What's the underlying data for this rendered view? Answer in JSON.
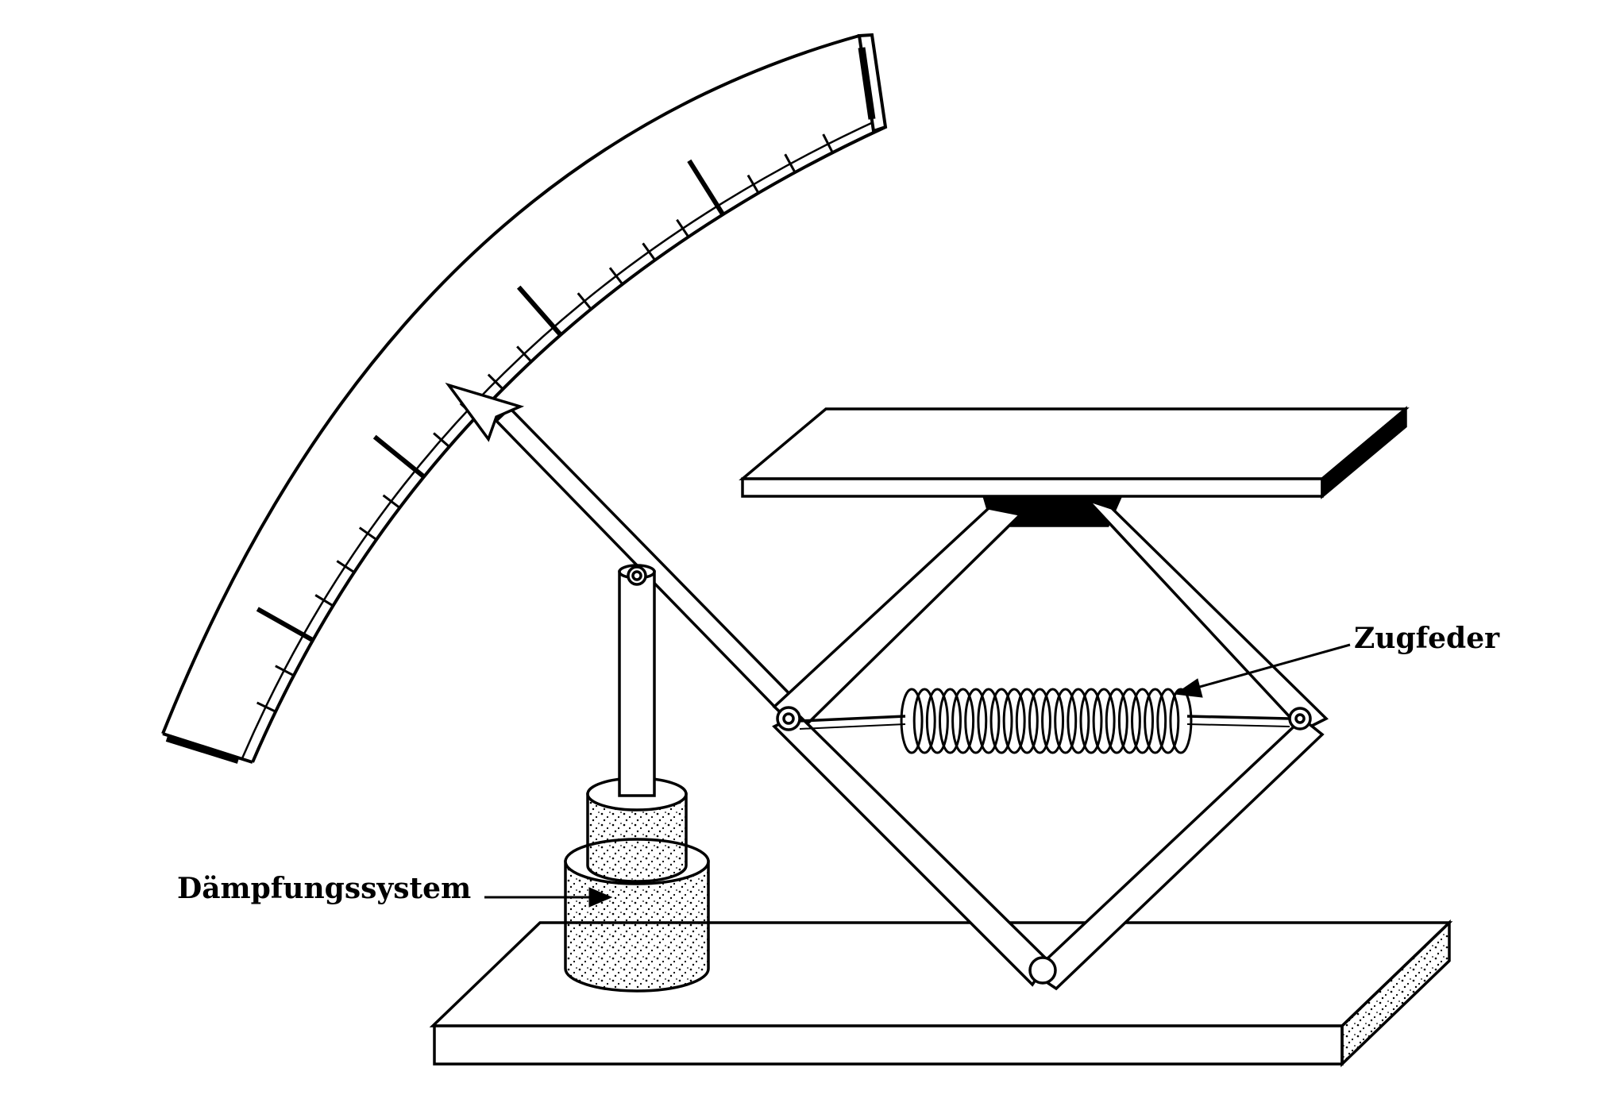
{
  "labels": {
    "spring": "Zugfeder",
    "damper": "Dämpfungssystem"
  },
  "scale": {
    "major_ticks": 4,
    "minor_ticks_between": 4
  },
  "colors": {
    "ink": "#000000",
    "paper": "#ffffff"
  }
}
